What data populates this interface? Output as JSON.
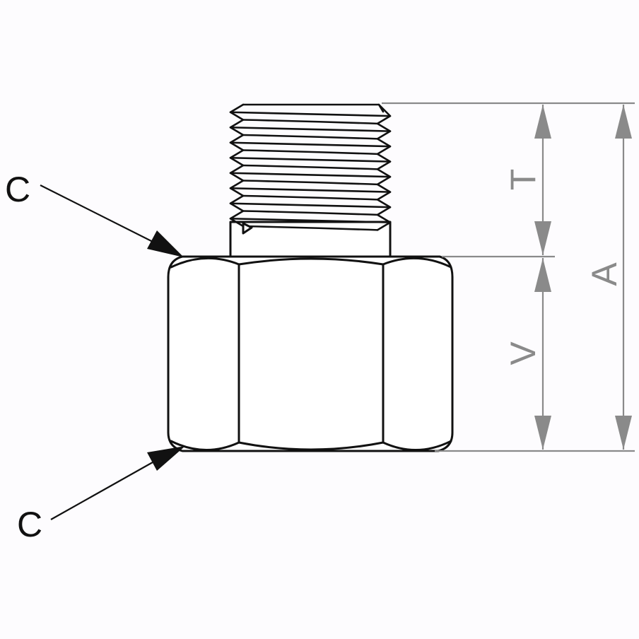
{
  "dimensions": {
    "thread_length": "T",
    "hex_height": "V",
    "overall_length": "A"
  },
  "callouts": {
    "upper_chamfer": "C",
    "lower_chamfer": "C"
  },
  "colors": {
    "outline": "#111111",
    "dimension": "#8a8a8a",
    "background": "#fdfcfe"
  }
}
